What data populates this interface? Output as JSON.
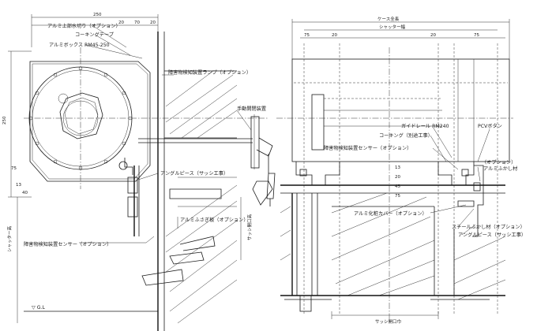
{
  "left_section": {
    "labels": {
      "roof_drip": "アルミ上部水切り（オプション）",
      "caulking_tape": "コーキングテープ",
      "alumi_box": "アルミボックス RM45-250",
      "obstacle_detector_lamp": "障害物検知装置ランプ（オプション）",
      "manual_opener": "手動開閉装置",
      "angle_piece": "アングルピース（サッシ工事）",
      "alumi_closing_plate": "アルミふさぎ板（オプション）",
      "obstacle_sensor": "障害物検知装置センサー（オプション）",
      "sash_opening": "サッシ開口高",
      "shutter_height": "シャッター高",
      "gl": "▽ G.L"
    },
    "dims": {
      "top_width": "250",
      "side_a": "20",
      "side_b": "70",
      "side_c": "20",
      "box_height": "250",
      "lower_a": "75",
      "lower_b": "13",
      "lower_c": "40"
    }
  },
  "right_section": {
    "labels": {
      "case_length": "ケース全長",
      "shutter_width": "シャッター幅",
      "guide_rail": "ガイドレール RM240",
      "caulking_separate": "コーキング（別途工事）",
      "pcv_button": "PCVボタン",
      "obstacle_sensor": "障害物検知装置センサー（オプション）",
      "option": "（オプション）",
      "alumi_trim": "アルミふかし材",
      "alumi_cover": "アルミ化粧カバー（オプション）",
      "steel_trim": "スチールふかし材（オプション）",
      "angle_piece": "アングルピース（サッシ工事）",
      "sash_opening_width": "サッシ開口巾"
    },
    "dims": {
      "left_75": "75",
      "left_20": "20",
      "right_20": "20",
      "right_75": "75",
      "v_1": "13",
      "v_2": "20",
      "v_3": "45",
      "v_4": "75"
    }
  }
}
